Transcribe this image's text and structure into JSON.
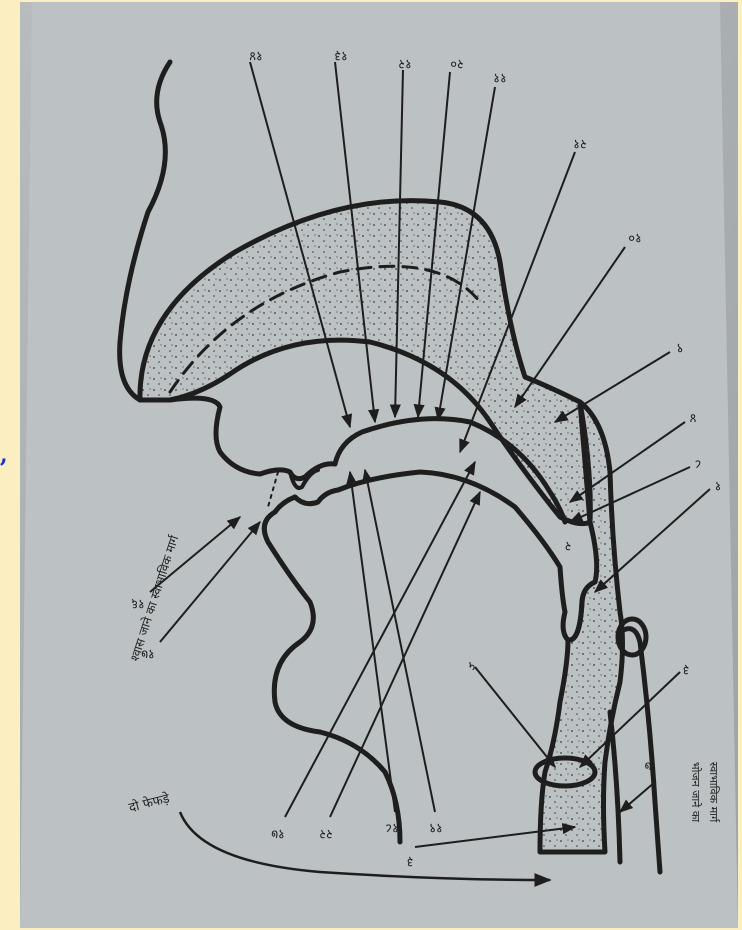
{
  "margin_mark": ",",
  "diagram": {
    "vertical_caption": "श्वास जाने का स्वाभाविक मार्ग",
    "right_caption_line1": "भोजन जाने का",
    "right_caption_line2": "स्वाभाविक मार्ग",
    "bottom_caption": "दो फेफड़े",
    "top_labels": [
      "१४",
      "१३",
      "१२",
      "२०",
      "११",
      "२१",
      "१०",
      "९",
      "४",
      "८",
      "१"
    ],
    "side_labels": [
      "३",
      "७",
      "५",
      "२"
    ],
    "left_labels": [
      "१६",
      "१७"
    ],
    "bottom_labels": [
      "१७",
      "२२",
      "१८",
      "१९",
      "३"
    ]
  }
}
